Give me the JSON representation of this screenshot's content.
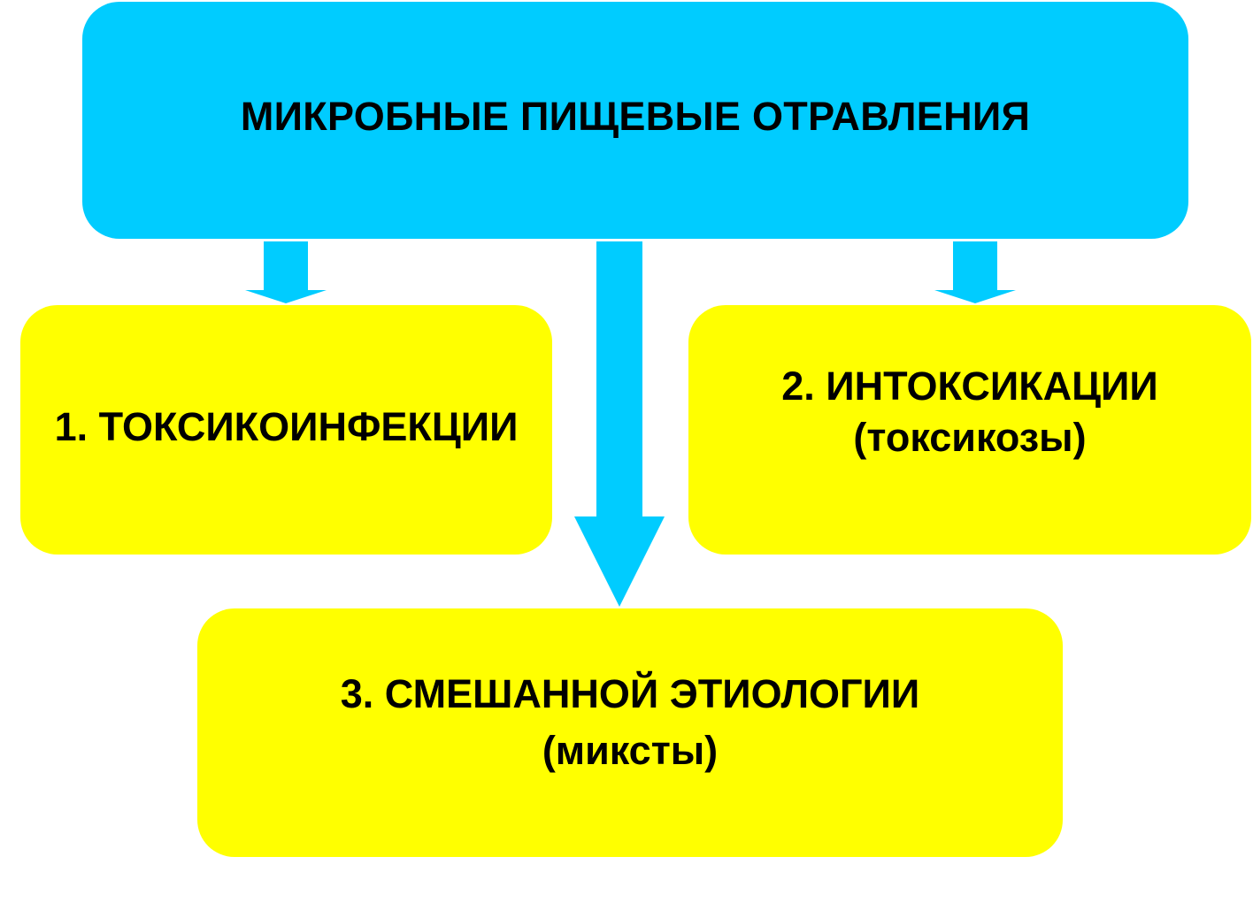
{
  "title": "МИКРОБНЫЕ ПИЩЕВЫЕ ОТРАВЛЕНИЯ",
  "categories": [
    {
      "label": "1. ТОКСИКОИНФЕКЦИИ",
      "sublabel": ""
    },
    {
      "label": "2. ИНТОКСИКАЦИИ",
      "sublabel": "(токсикозы)"
    },
    {
      "label": "3. СМЕШАННОЙ ЭТИОЛОГИИ",
      "sublabel": "(миксты)"
    }
  ],
  "colors": {
    "header": "#00ccff",
    "arrow": "#00ccff",
    "category": "#ffff00",
    "text": "#000000"
  }
}
